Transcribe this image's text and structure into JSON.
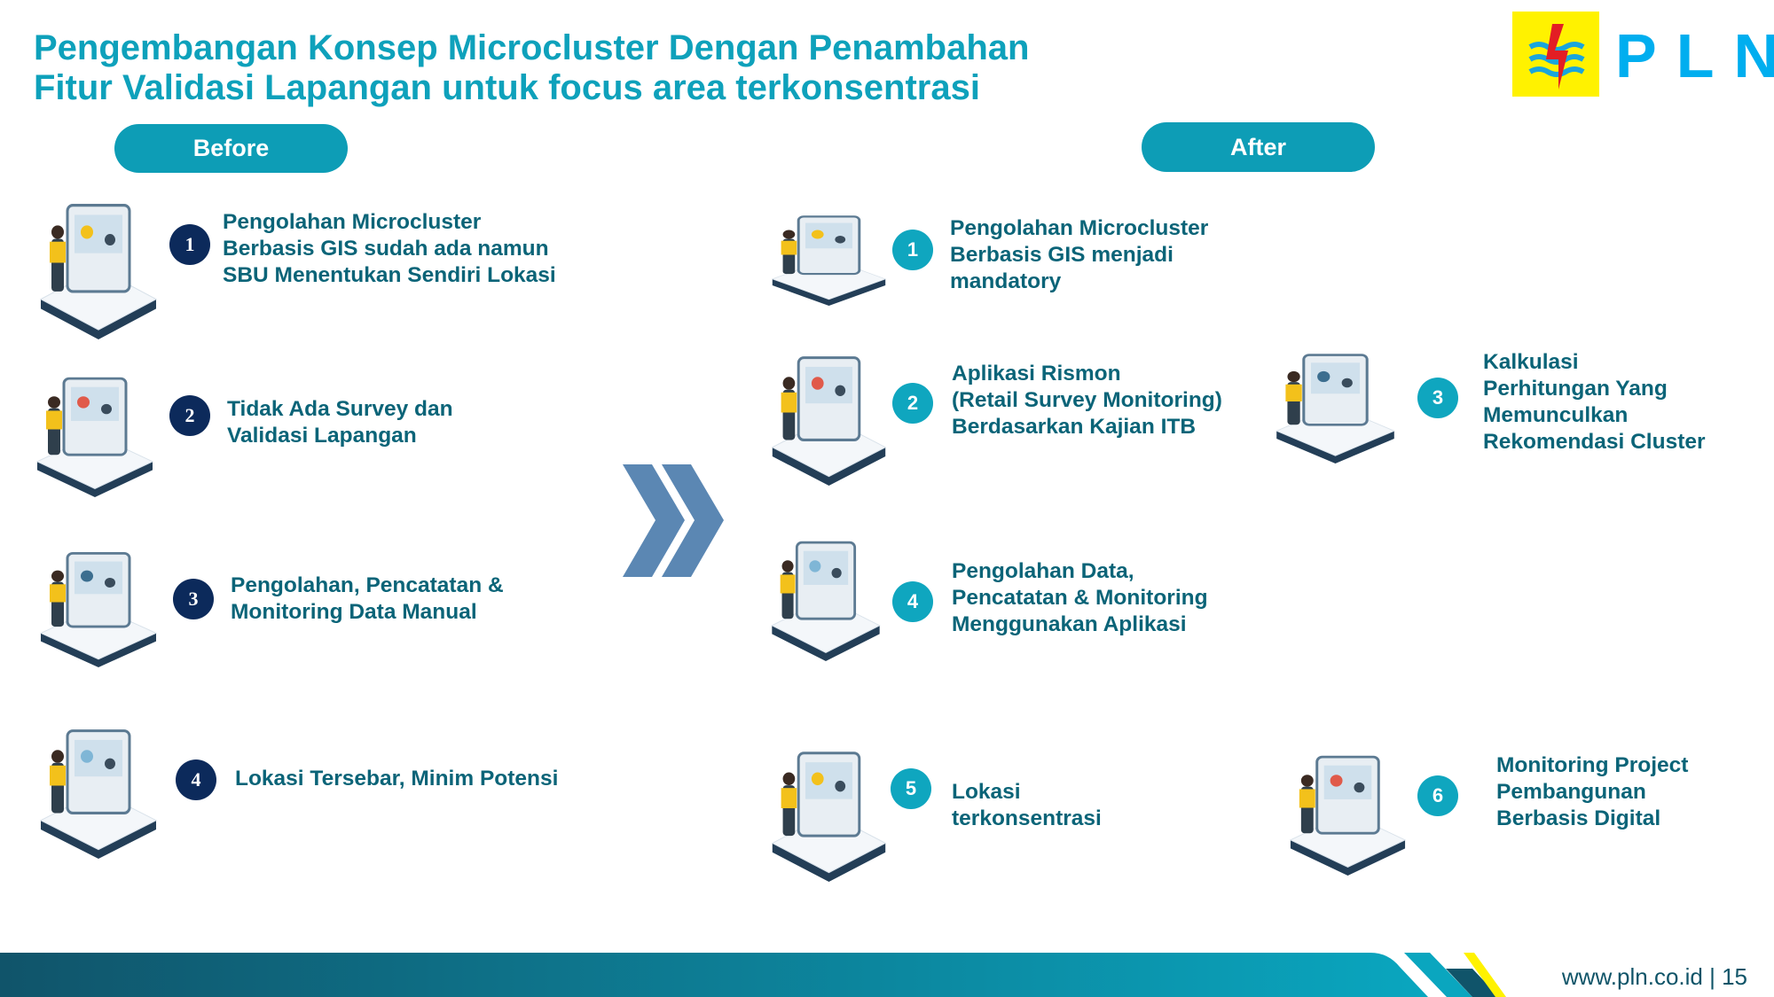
{
  "header": {
    "title_line1": "Pengembangan Konsep Microcluster Dengan  Penambahan",
    "title_line2": "Fitur Validasi Lapangan untuk focus area terkonsentrasi",
    "logo_text": "PLN"
  },
  "colors": {
    "title": "#0ea1bb",
    "text": "#0b6478",
    "before_badge": "#0c2a5b",
    "after_badge": "#0fa6bf",
    "pill": "#0d9db6",
    "logo_yellow": "#fff200",
    "logo_blue": "#00aeef"
  },
  "before": {
    "label": "Before",
    "items": [
      {
        "num": "1",
        "lines": [
          "Pengolahan Microcluster",
          "Berbasis GIS sudah ada namun",
          "SBU Menentukan Sendiri Lokasi"
        ],
        "icon": "map-people-illustration"
      },
      {
        "num": "2",
        "lines": [
          "Tidak Ada Survey dan",
          "Validasi Lapangan"
        ],
        "icon": "location-pin-illustration"
      },
      {
        "num": "3",
        "lines": [
          "Pengolahan, Pencatatan &",
          "Monitoring Data Manual"
        ],
        "icon": "laptop-data-illustration"
      },
      {
        "num": "4",
        "lines": [
          "Lokasi Tersebar, Minim Potensi"
        ],
        "icon": "tablet-map-illustration"
      }
    ]
  },
  "after": {
    "label": "After",
    "items": [
      {
        "num": "1",
        "lines": [
          "Pengolahan Microcluster",
          "Berbasis GIS menjadi",
          "mandatory"
        ],
        "icon": "city-map-illustration"
      },
      {
        "num": "2",
        "lines": [
          "Aplikasi Rismon",
          "(Retail Survey Monitoring)",
          "Berdasarkan Kajian ITB"
        ],
        "icon": "phone-app-illustration"
      },
      {
        "num": "3",
        "lines": [
          "Kalkulasi",
          "Perhitungan Yang",
          "Memunculkan",
          "Rekomendasi Cluster"
        ],
        "icon": "laptop-chart-illustration"
      },
      {
        "num": "4",
        "lines": [
          "Pengolahan Data,",
          "Pencatatan & Monitoring",
          "Menggunakan Aplikasi"
        ],
        "icon": "dashboard-illustration"
      },
      {
        "num": "5",
        "lines": [
          "Lokasi",
          "terkonsentrasi"
        ],
        "icon": "tablet-map-illustration"
      },
      {
        "num": "6",
        "lines": [
          "Monitoring Project",
          "Pembangunan",
          "Berbasis Digital"
        ],
        "icon": "digital-monitoring-illustration"
      }
    ]
  },
  "footer": {
    "url": "www.pln.co.id | 15"
  }
}
